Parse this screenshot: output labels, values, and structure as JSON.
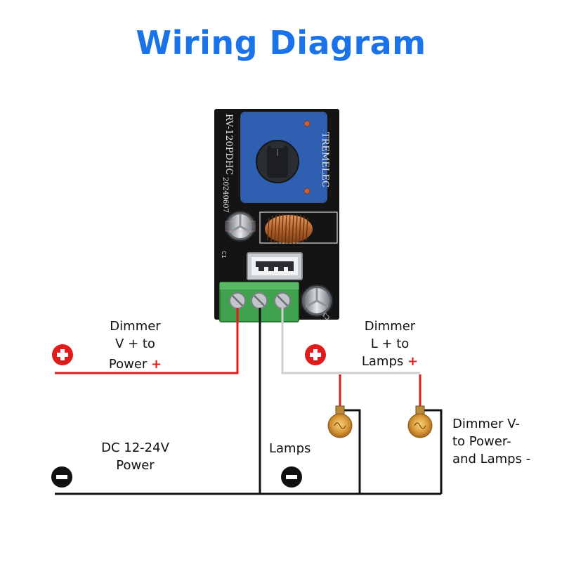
{
  "title": "Wiring Diagram",
  "board": {
    "model_text": "RV-120PDHC",
    "date_text": "20240607",
    "brand_text": "TREMELEC",
    "cap_left_label": "C1",
    "cap_right_label": "C3"
  },
  "labels": {
    "dimmer_v_plus": {
      "line1": "Dimmer",
      "line2": "V + to",
      "line3": "Power",
      "sign": "+"
    },
    "dimmer_l_plus": {
      "line1": "Dimmer",
      "line2": "L + to",
      "line3": "Lamps",
      "sign": "+"
    },
    "dc_power": {
      "line1": "DC 12-24V",
      "line2": "Power"
    },
    "lamps": {
      "line1": "Lamps"
    },
    "dimmer_v_minus": {
      "line1": "Dimmer V-",
      "line2": "to Power-",
      "line3": "and Lamps -"
    }
  },
  "colors": {
    "title": "#1a73e8",
    "positive_wire": "#e01b1b",
    "neutral_wire": "#cfcfcf",
    "ground_wire": "#111111",
    "pcb": "#141414",
    "potentiometer": "#2f5fb0",
    "terminal_block": "#3fa34d",
    "plus_badge": "#e01b1b",
    "minus_badge": "#111111"
  },
  "icons": [
    "plus-badge-icon",
    "minus-badge-icon",
    "lamp-bulb-icon",
    "potentiometer-knob-icon",
    "inductor-coil-icon",
    "usb-port-icon",
    "capacitor-icon",
    "screw-terminal-icon"
  ]
}
